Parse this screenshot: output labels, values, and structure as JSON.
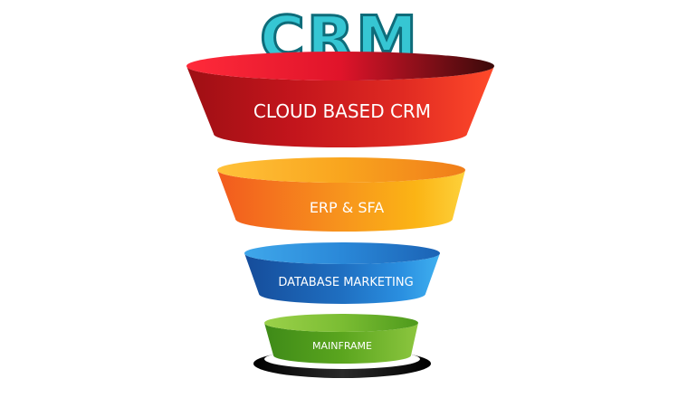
{
  "title": "CRM",
  "tiers": [
    {
      "label": "CLOUD BASED CRM",
      "color": "#c8161d"
    },
    {
      "label": "ERP & SFA",
      "color": "#f58220"
    },
    {
      "label": "DATABASE MARKETING",
      "color": "#1f6fc1"
    },
    {
      "label": "MAINFRAME",
      "color": "#5aa51e"
    }
  ],
  "colors": {
    "title_fill": "#36c6d3",
    "title_stroke": "#0e6c7a",
    "base_ring": "#1a1a1a"
  }
}
